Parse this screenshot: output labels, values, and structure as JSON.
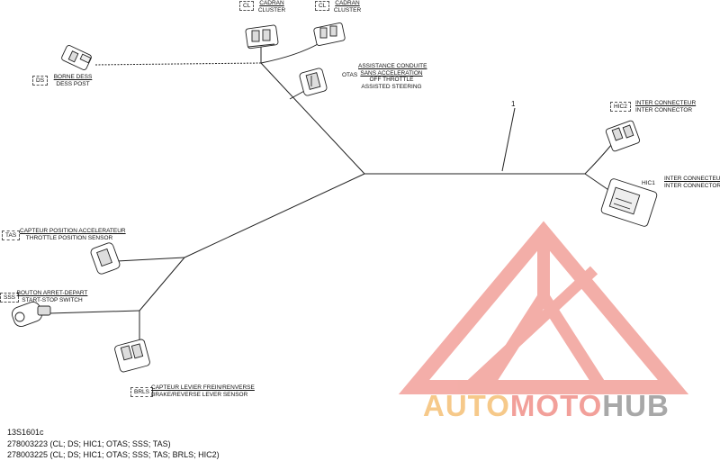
{
  "diagram": {
    "harness_ref": "1",
    "connectors": {
      "cl_left": {
        "code": "CL",
        "fr": "CADRAN",
        "en": "CLUSTER"
      },
      "cl_right": {
        "code": "CL",
        "fr": "CADRAN",
        "en": "CLUSTER"
      },
      "ds": {
        "code": "DS",
        "fr": "BORNE DESS",
        "en": "DESS POST"
      },
      "otas": {
        "code": "OTAS",
        "lines": [
          "ASSISTANCE CONDUITE",
          "SANS ACCELERATION",
          "OFF THROTTLE",
          "ASSISTED STEERING"
        ]
      },
      "hic2": {
        "code": "HIC2",
        "fr": "INTER CONNECTEUR",
        "en": "INTER CONNECTOR"
      },
      "hic1": {
        "code": "HIC1",
        "fr": "INTER CONNECTEUR",
        "en": "INTER CONNECTOR"
      },
      "tas": {
        "code": "TAS",
        "fr": "CAPTEUR POSITION ACCELERATEUR",
        "en": "THROTTLE POSITION SENSOR"
      },
      "sss": {
        "code": "SSS",
        "fr": "BOUTON ARRET-DEPART",
        "en": "START-STOP SWITCH"
      },
      "brls": {
        "code": "BRLS",
        "fr": "CAPTEUR LEVIER FREIN/RENVERSE",
        "en": "BRAKE/REVERSE LEVER SENSOR"
      }
    }
  },
  "footer": {
    "figure_id": "13S1601c",
    "line1": "278003223 (CL; DS; HIC1; OTAS; SSS; TAS)",
    "line2": "278003225 (CL; DS; HIC1; OTAS; SSS; TAS; BRLS; HIC2)"
  },
  "watermark": {
    "part1": "AUTO",
    "part2": "MOTO",
    "part3": "HUB",
    "colors": {
      "triangle": "#f2a09a",
      "auto": "#f6c98a",
      "moto": "#f2a09a",
      "hub": "#a8a8a8"
    }
  }
}
